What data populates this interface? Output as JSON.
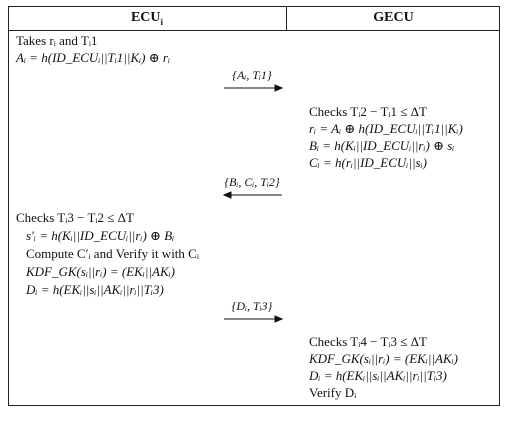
{
  "header": {
    "ecu": "ECU",
    "ecu_sub": "i",
    "gecu": "GECU"
  },
  "ecu_block1": [
    "Takes rᵢ and Tᵢ1",
    "Aᵢ = h(ID_ECUᵢ||Tᵢ1||Kᵢ) ⊕ rᵢ"
  ],
  "msg1": "{Aᵢ, Tᵢ1}",
  "gecu_block1": [
    "Checks Tᵢ2 − Tᵢ1 ≤ ΔT",
    "rᵢ = Aᵢ ⊕ h(ID_ECUᵢ||Tᵢ1||Kᵢ)",
    "Bᵢ = h(Kᵢ||ID_ECUᵢ||rᵢ) ⊕ sᵢ",
    "Cᵢ = h(rᵢ||ID_ECUᵢ||sᵢ)"
  ],
  "msg2": "{Bᵢ, Cᵢ, Tᵢ2}",
  "ecu_block2": [
    "Checks Tᵢ3 − Tᵢ2 ≤ ΔT",
    "s′ᵢ = h(Kᵢ||ID_ECUᵢ||rᵢ) ⊕ Bᵢ",
    "Compute C′ᵢ and Verify it with Cᵢ",
    "KDF_GK(sᵢ||rᵢ) = (EKᵢ||AKᵢ)",
    "Dᵢ = h(EKᵢ||sᵢ||AKᵢ||rᵢ||Tᵢ3)"
  ],
  "msg3": "{Dᵢ, Tᵢ3}",
  "gecu_block2": [
    "Checks Tᵢ4 − Tᵢ3 ≤ ΔT",
    "KDF_GK(sᵢ||rᵢ) = (EKᵢ||AKᵢ)",
    "Dᵢ = h(EKᵢ||sᵢ||AKᵢ||rᵢ||Tᵢ3)",
    "Verify Dᵢ"
  ]
}
